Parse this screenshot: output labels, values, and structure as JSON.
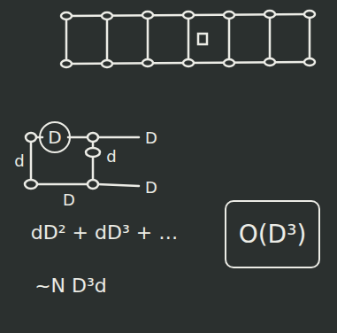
{
  "diagram": {
    "nodes": [
      {
        "text": [
          "D"
        ]
      },
      {
        "text": [
          "O(D³)"
        ]
      }
    ],
    "labels": [
      "d",
      "d",
      "D",
      "D",
      "D",
      "dD² + dD³ + …",
      "~N D³d"
    ]
  }
}
